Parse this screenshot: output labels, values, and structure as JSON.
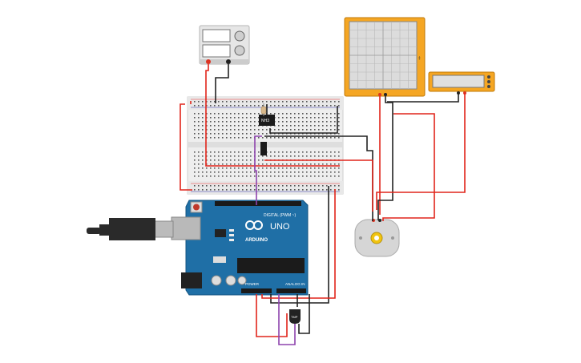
{
  "arduino": {
    "brand": "ARDUINO",
    "model": "UNO",
    "digital_header": "DIGITAL (PWM ~)",
    "power_header": "POWER",
    "analog_header": "ANALOG IN"
  },
  "ic": {
    "label": "NH3"
  },
  "temp_sensor": {
    "label": "TMP"
  },
  "colors": {
    "arduino_blue": "#1f6fa6",
    "wire_red": "#e1251b",
    "wire_black": "#222222",
    "wire_purple": "#8e44ad",
    "instrument_orange": "#f5a623",
    "breadboard": "#eeeeee"
  },
  "icons": {
    "usb": "usb-cable-icon",
    "motor": "dc-motor-icon",
    "resistor": "resistor-icon"
  }
}
